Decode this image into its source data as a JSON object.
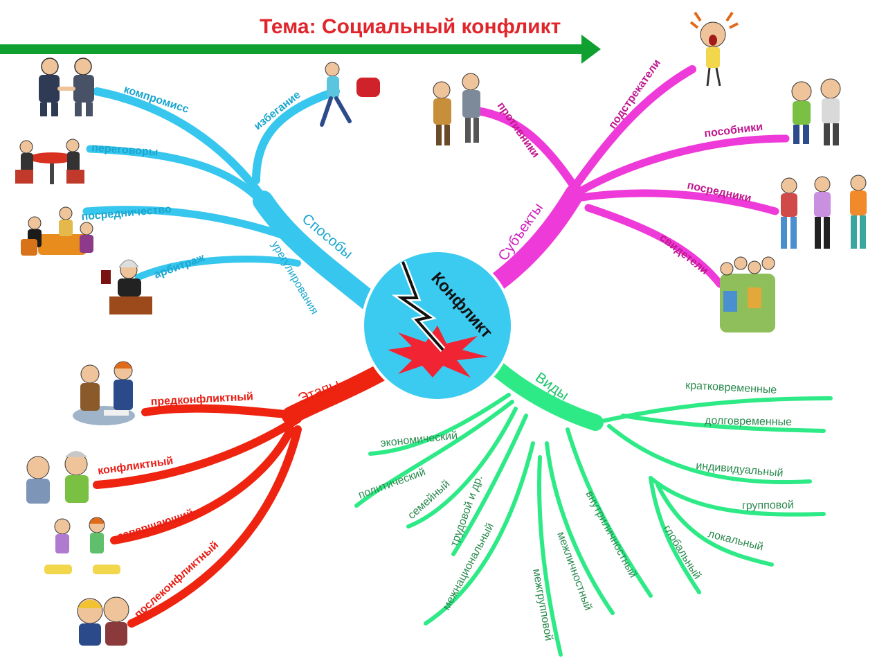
{
  "title": "Тема: Социальный конфликт",
  "center": "Конфликт",
  "colors": {
    "title": "#e0262b",
    "arrow": "#10a030",
    "ways": "#37c6ee",
    "subjects": "#ee3ad8",
    "stages": "#ee2410",
    "types": "#2eea86",
    "center_fill": "#3ccbf0"
  },
  "ways": {
    "category": "Способы",
    "category2": "урегулирования",
    "items": [
      "компромисс",
      "переговоры",
      "посредничество",
      "арбитраж",
      "избегание"
    ],
    "icons": [
      "handshake-illustration",
      "negotiation-illustration",
      "mediation-illustration",
      "judge-illustration",
      "running-woman-illustration"
    ]
  },
  "subjects": {
    "category": "Субъекты",
    "items": [
      "противники",
      "подстрекатели",
      "пособники",
      "посредники",
      "свидетели"
    ],
    "icons": [
      "arguing-boys-illustration",
      "screaming-girl-illustration",
      "helper-boys-illustration",
      "mediator-kids-illustration",
      "crowd-illustration"
    ]
  },
  "stages": {
    "category": "Этапы",
    "items": [
      "предконфликтный",
      "конфликтный",
      "завершающий",
      "послеконфликтный"
    ],
    "icons": [
      "meeting-illustration",
      "quarrel-illustration",
      "sitting-couple-illustration",
      "smiling-couple-illustration"
    ]
  },
  "types": {
    "category": "Виды",
    "items": [
      "кратковременные",
      "долговременные",
      "индивидуальный",
      "групповой",
      "локальный",
      "глобальный",
      "внутриличностный",
      "межличностный",
      "межгрупповой",
      "межнациональный",
      "трудовой и др.",
      "семейный",
      "политический",
      "экономический"
    ]
  }
}
